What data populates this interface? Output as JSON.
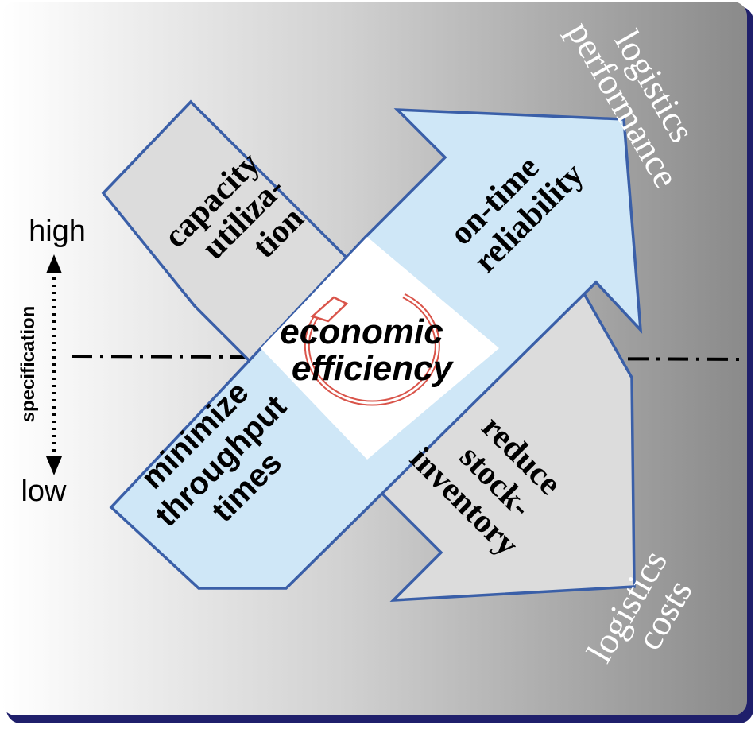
{
  "diagram": {
    "center_label": [
      "economic",
      "efficiency"
    ],
    "arrows": {
      "capacity": [
        "capacity",
        "utiliza-",
        "tion"
      ],
      "ontime": [
        "on-time",
        "reliability"
      ],
      "throughput": [
        "minimize",
        "throughput",
        "times"
      ],
      "stock": [
        "reduce",
        "stock-",
        "inventory"
      ]
    },
    "corners": {
      "performance": [
        "logistics",
        "performance"
      ],
      "costs": [
        "logistics",
        "costs"
      ]
    },
    "specification": {
      "high": "high",
      "low": "low",
      "label": "specification"
    }
  },
  "colors": {
    "arrow_blue": "#cfe7f7",
    "arrow_grey": "#dcdcdc",
    "outline": "#3a5fa8",
    "cycle_red": "#d9544a",
    "frame": "#1f1f6b"
  }
}
